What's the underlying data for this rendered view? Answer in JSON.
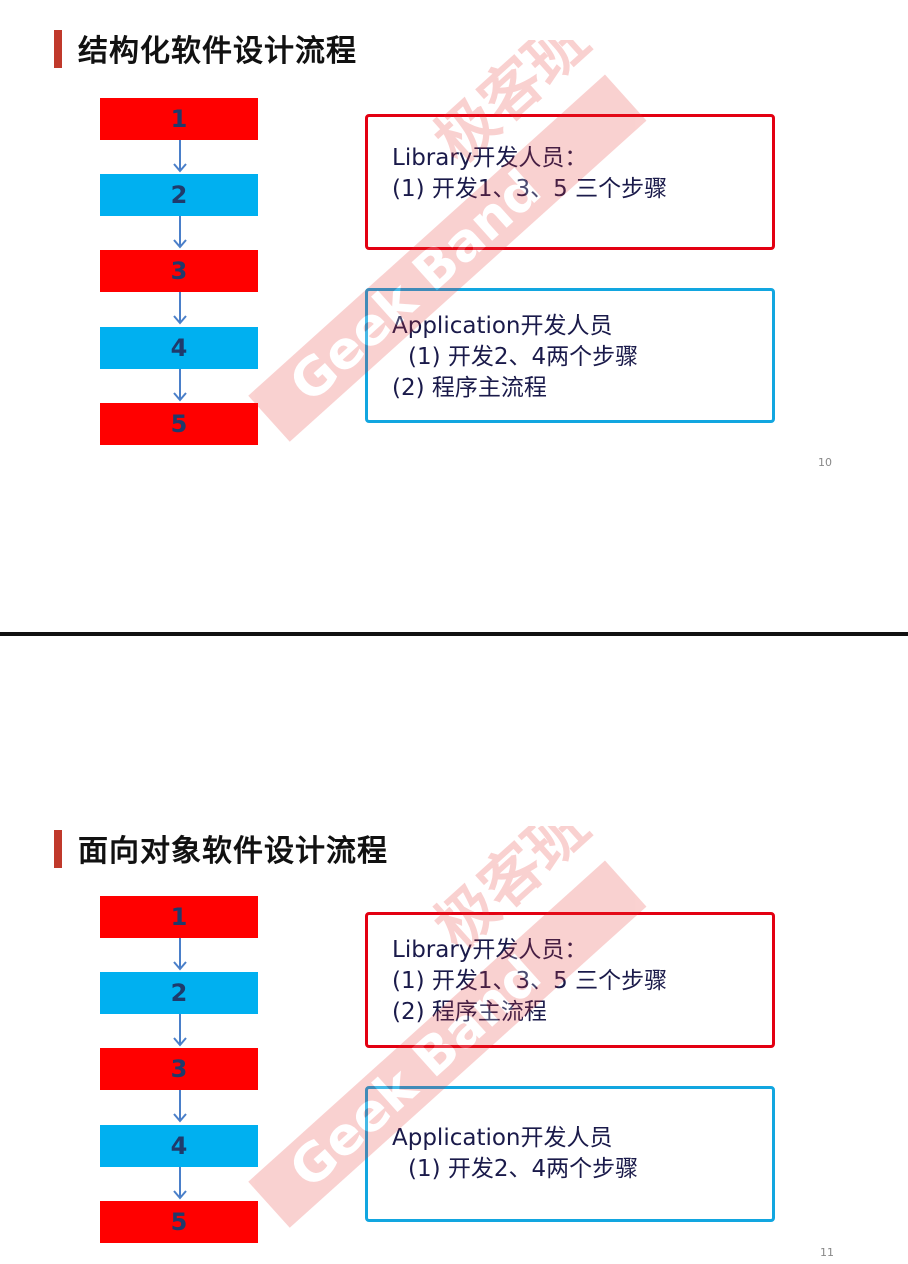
{
  "slides": [
    {
      "title": "结构化软件设计流程",
      "steps": [
        "1",
        "2",
        "3",
        "4",
        "5"
      ],
      "library_box": {
        "lines": [
          "Library开发人员：",
          "(1) 开发1、3、5 三个步骤"
        ]
      },
      "application_box": {
        "lines": [
          "Application开发人员",
          "(1) 开发2、4两个步骤",
          "(2) 程序主流程"
        ]
      },
      "page_number": "10"
    },
    {
      "title": "面向对象软件设计流程",
      "steps": [
        "1",
        "2",
        "3",
        "4",
        "5"
      ],
      "library_box": {
        "lines": [
          "Library开发人员：",
          "(1) 开发1、3、5 三个步骤",
          "(2) 程序主流程"
        ]
      },
      "application_box": {
        "lines": [
          "Application开发人员",
          "(1) 开发2、4两个步骤"
        ]
      },
      "page_number": "11"
    }
  ],
  "watermark": {
    "text_latin": "Geek Band",
    "text_cjk": "极客班",
    "color": "#e8312f"
  },
  "colors": {
    "step_red": "#ff0000",
    "step_blue": "#00b0f0",
    "box_red": "#e30012",
    "box_blue": "#12a6e0",
    "title_bar": "#c0392b"
  }
}
